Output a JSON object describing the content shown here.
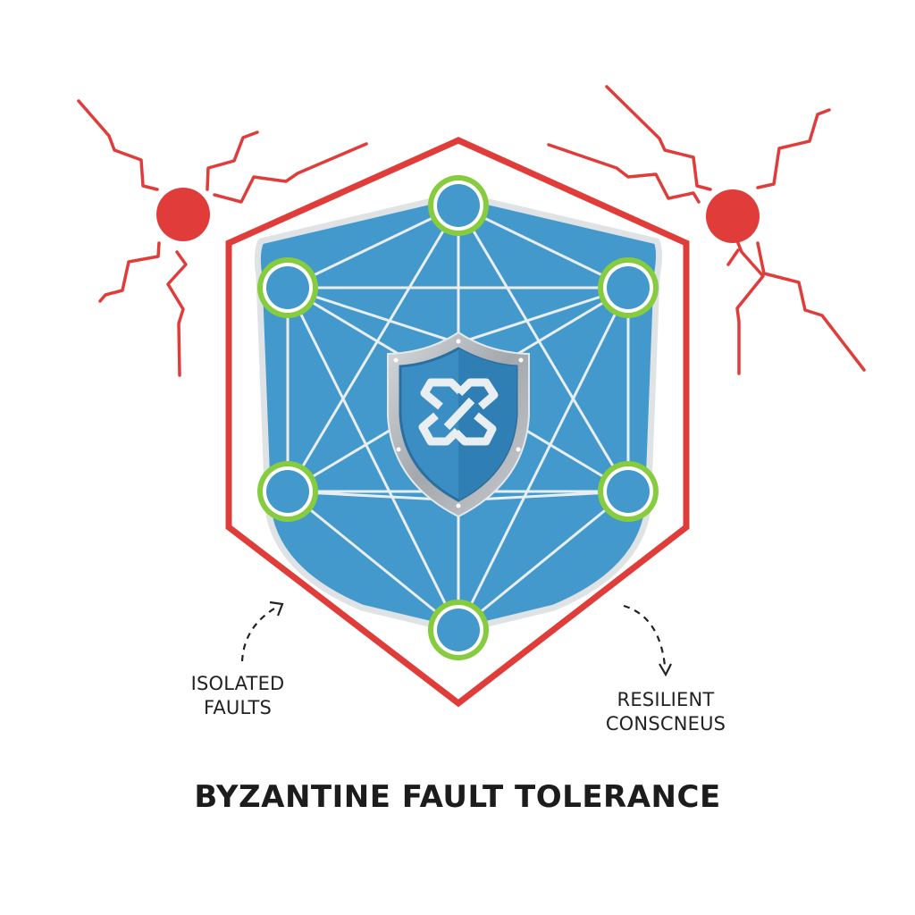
{
  "title": "BYZANTINE FAULT TOLERANCE",
  "annotations": {
    "isolated": {
      "line1": "ISOLATED",
      "line2": "FAULTS"
    },
    "resilient": {
      "line1": "RESILIENT",
      "line2": "CONSCNEUS"
    }
  },
  "colors": {
    "fault_red": "#e03c3a",
    "boundary_red": "#e03c3a",
    "network_blue": "#4499cc",
    "node_green": "#86cc3e",
    "link_white": "#e8eef2",
    "shield_silver": "#a9adb2",
    "text": "#222222"
  },
  "diagram": {
    "nodes": [
      {
        "id": "node-top",
        "status": "healthy"
      },
      {
        "id": "node-upper-left",
        "status": "healthy"
      },
      {
        "id": "node-upper-right",
        "status": "healthy"
      },
      {
        "id": "node-lower-left",
        "status": "healthy"
      },
      {
        "id": "node-lower-right",
        "status": "healthy"
      },
      {
        "id": "node-bottom",
        "status": "healthy"
      }
    ],
    "faulty_nodes": [
      {
        "id": "fault-left",
        "status": "byzantine"
      },
      {
        "id": "fault-right",
        "status": "byzantine"
      }
    ],
    "center_icon": "shield-with-chain-link-icon"
  }
}
